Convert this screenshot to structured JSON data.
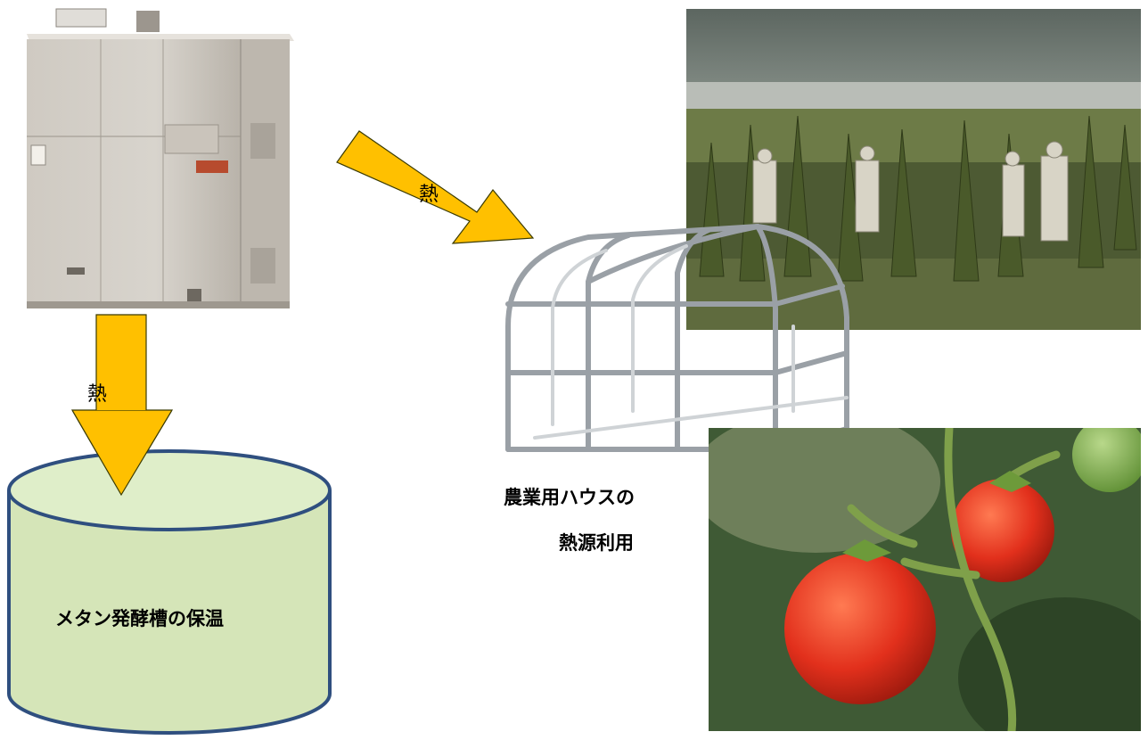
{
  "labels": {
    "heat_right": "熱",
    "heat_down": "熱",
    "tank_label": "メタン発酵槽の保温",
    "house_label_line1": "農業用ハウスの",
    "house_label_line2": "熱源利用"
  },
  "colors": {
    "arrow_fill": "#ffc000",
    "arrow_stroke": "#3b3b00",
    "tank_fill": "#d5e5b8",
    "tank_top_fill": "#dfeec9",
    "tank_stroke": "#2f4f7f",
    "greenhouse_frame": "#9aa0a6"
  },
  "images": [
    {
      "name": "heat-unit-photo"
    },
    {
      "name": "field-workers-photo"
    },
    {
      "name": "greenhouse-illustration"
    },
    {
      "name": "tomato-photo"
    }
  ]
}
